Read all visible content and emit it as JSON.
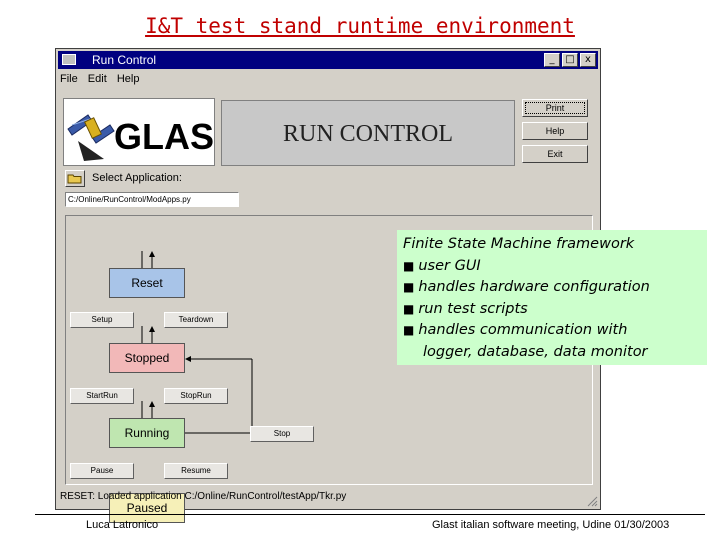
{
  "slide": {
    "title": "I&T test stand runtime environment",
    "footer_left": "Luca Latronico",
    "footer_right": "Glast italian software meeting, Udine 01/30/2003"
  },
  "window": {
    "title": "Run Control",
    "controls": [
      "_",
      "□",
      "x"
    ],
    "menu": [
      "File",
      "Edit",
      "Help"
    ],
    "logo_text": "GLAST",
    "panel_title": "RUN CONTROL",
    "side_buttons": [
      "Print",
      "Help",
      "Exit"
    ],
    "select_label": "Select Application:",
    "path_value": "C:/Online/RunControl/ModApps.py",
    "status": "RESET: Loaded application C:/Online/RunControl/testApp/Tkr.py"
  },
  "fsm": {
    "states": {
      "reset": "Reset",
      "stopped": "Stopped",
      "running": "Running",
      "paused": "Paused"
    },
    "transitions": {
      "setup": "Setup",
      "teardown": "Teardown",
      "start_run": "StartRun",
      "stop_run": "StopRun",
      "stop": "Stop",
      "pause": "Pause",
      "resume": "Resume"
    },
    "colors": {
      "reset": "#a8c4e8",
      "stopped": "#f2b8b8",
      "running": "#bfe6b0",
      "paused": "#f6f0b8"
    }
  },
  "callout": {
    "title": "Finite State Machine framework",
    "items": [
      "user GUI",
      "handles hardware configuration",
      "run test scripts",
      "handles communication with"
    ],
    "continuation": "logger, database, data monitor",
    "background": "#ccffcc"
  }
}
